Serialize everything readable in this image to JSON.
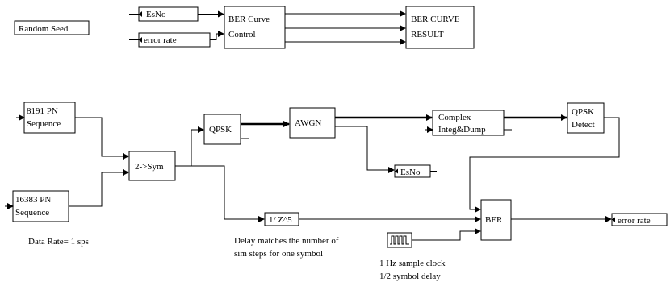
{
  "blocks": {
    "random_seed": "Random Seed",
    "esno_top": "EsNo",
    "error_rate_in": "error rate",
    "ber_curve_control": [
      "BER Curve",
      "Control"
    ],
    "ber_curve_result": [
      "BER CURVE",
      "RESULT"
    ],
    "pn_8191": [
      "8191 PN",
      "Sequence"
    ],
    "pn_16383": [
      "16383 PN",
      "Sequence"
    ],
    "two_sym": "2->Sym",
    "qpsk": "QPSK",
    "awgn": "AWGN",
    "complex_integ": [
      "Complex",
      "Integ&Dump"
    ],
    "qpsk_detect": [
      "QPSK",
      "Detect"
    ],
    "esno_out": "EsNo",
    "delay": "1/ Z^5",
    "ber": "BER",
    "error_rate_out": "error rate"
  },
  "notes": {
    "data_rate": "Data Rate= 1 sps",
    "delay_note": [
      "Delay matches the number of",
      "sim steps for one symbol"
    ],
    "clock_note": [
      "1 Hz sample clock",
      "1/2 symbol delay"
    ]
  },
  "icons": {
    "clock": "pulse-train-icon"
  }
}
